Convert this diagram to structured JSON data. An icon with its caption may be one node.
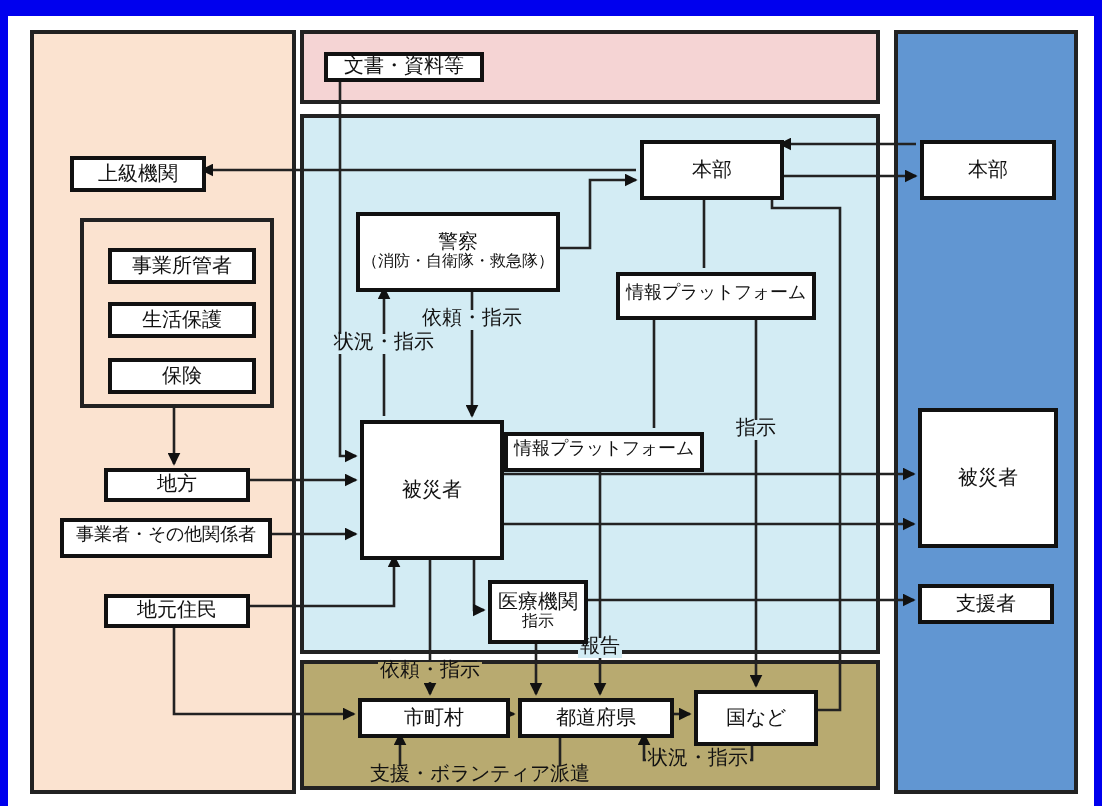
{
  "diagram": {
    "nodes": [
      {
        "text": [],
        "shape": "box"
      },
      {
        "text": [],
        "shape": "box"
      },
      {
        "text": [],
        "shape": "box"
      },
      {
        "text": [],
        "shape": "box"
      },
      {
        "text": [],
        "shape": "box"
      },
      {
        "text": [
          "上級機関"
        ],
        "in": 0
      },
      {
        "text": [],
        "shape": "box",
        "in": 0
      },
      {
        "text": [
          "事業所管者"
        ],
        "in": 6
      },
      {
        "text": [
          "生活保護"
        ],
        "in": 6
      },
      {
        "text": [
          "保険"
        ],
        "in": 6
      },
      {
        "text": [
          "地方"
        ],
        "in": 0
      },
      {
        "text": [
          "事業者・その他関係者"
        ],
        "in": 0
      },
      {
        "text": [
          "地元住民"
        ],
        "in": 0
      },
      {
        "text": [
          "文書・資料等"
        ],
        "in": 1
      },
      {
        "text": [
          "本部"
        ],
        "in": 2
      },
      {
        "text": [
          "警察",
          "（消防・自衛隊・救急隊）"
        ],
        "in": 2
      },
      {
        "text": [
          "情報プラットフォーム"
        ],
        "in": 2
      },
      {
        "text": [
          "被災者"
        ],
        "in": 2
      },
      {
        "text": [
          "情報プラットフォーム"
        ],
        "in": 2
      },
      {
        "text": [
          "医療機関",
          "指示"
        ],
        "in": 2
      },
      {
        "text": [
          "市町村"
        ],
        "in": 3
      },
      {
        "text": [
          "都道府県"
        ],
        "in": 3
      },
      {
        "text": [
          "国など"
        ],
        "in": 3
      },
      {
        "text": [
          "本部"
        ],
        "in": 4
      },
      {
        "text": [
          "被災者"
        ],
        "in": 4
      },
      {
        "text": [
          "支援者"
        ],
        "in": 4
      }
    ],
    "edges": [
      {
        "from": 14,
        "to": 5,
        "arrow": "to"
      },
      {
        "from": 14,
        "to": 23,
        "arrow": "to"
      },
      {
        "from": 23,
        "to": 14,
        "arrow": "to"
      },
      {
        "from": 15,
        "to": 14,
        "arrow": "to"
      },
      {
        "from": 16,
        "to": 14,
        "arrow": "none"
      },
      {
        "from": 18,
        "to": 16,
        "arrow": "none"
      },
      {
        "from": 10,
        "to": 17,
        "arrow": "to"
      },
      {
        "from": 11,
        "to": 17,
        "arrow": "to"
      },
      {
        "from": 12,
        "to": 17,
        "arrow": "to"
      },
      {
        "from": 12,
        "to": 20,
        "arrow": "to"
      },
      {
        "from": 13,
        "to": 17,
        "arrow": "to"
      },
      {
        "from": 17,
        "to": 15,
        "arrow": "to",
        "label": "状況・指示"
      },
      {
        "from": 15,
        "to": 17,
        "arrow": "to",
        "label": "依頼・指示"
      },
      {
        "from": 17,
        "to": 19,
        "arrow": "to"
      },
      {
        "from": 19,
        "to": 21,
        "arrow": "to"
      },
      {
        "from": 17,
        "to": 20,
        "arrow": "to",
        "label": "依頼・指示"
      },
      {
        "from": 20,
        "to": 21,
        "arrow": "to"
      },
      {
        "from": 21,
        "to": 22,
        "arrow": "to"
      },
      {
        "from": 14,
        "to": 22,
        "arrow": "none"
      },
      {
        "from": 18,
        "to": 21,
        "arrow": "to",
        "label": "報告"
      },
      {
        "from": 16,
        "to": 22,
        "arrow": "to",
        "label": "指示"
      },
      {
        "from": 17,
        "to": 24,
        "arrow": "to"
      },
      {
        "from": 17,
        "to": 24,
        "arrow": "to"
      },
      {
        "from": 19,
        "to": 25,
        "arrow": "to"
      },
      {
        "from": 21,
        "to": 20,
        "arrow": "to",
        "label": "支援・ボランティア派遣"
      },
      {
        "from": 22,
        "to": 21,
        "arrow": "to",
        "label": "状況・指示"
      },
      {
        "from": 6,
        "to": 10,
        "arrow": "to"
      }
    ]
  }
}
